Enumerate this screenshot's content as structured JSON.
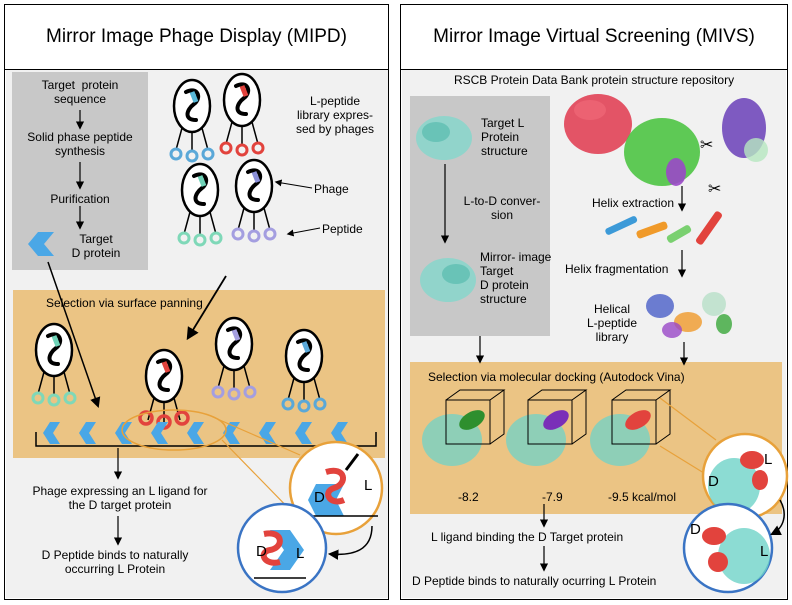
{
  "mipd": {
    "title": "Mirror Image Phage Display (MIPD)",
    "steps": {
      "target_seq": "Target  protein\nsequence",
      "spps": "Solid phase peptide\nsynthesis",
      "purification": "Purification",
      "target_d": "Target\nD protein"
    },
    "library_label": "L-peptide\nlibrary expres-\nsed by phages",
    "phage_label": "Phage",
    "peptide_label": "Peptide",
    "selection_label": "Selection via surface panning",
    "result1": "Phage expressing an L ligand for\nthe D target protein",
    "result2": "D Peptide binds to naturally\noccurring L Protein",
    "zoom_top": {
      "d": "D",
      "l": "L"
    },
    "zoom_bottom": {
      "d": "D",
      "l": "L"
    }
  },
  "mivs": {
    "title": "Mirror Image Virtual Screening (MIVS)",
    "repo_label": "RSCB Protein Data Bank protein structure repository",
    "target_l": "Target L\nProtein\nstructure",
    "conversion": "L-to-D conver-\nsion",
    "mirror_target": "Mirror- image\nTarget\nD protein\nstructure",
    "helix_extraction": "Helix extraction",
    "helix_fragmentation": "Helix fragmentation",
    "helical_library": "Helical\nL-peptide\nlibrary",
    "selection_label": "Selection via molecular docking (Autodock Vina)",
    "scores": [
      "-8.2",
      "-7.9",
      "-9.5 kcal/mol"
    ],
    "result1": "L ligand binding the D Target protein",
    "result2": "D Peptide binds to naturally ocurring L Protein",
    "zoom_top": {
      "d": "D",
      "l": "L"
    },
    "zoom_bottom": {
      "d": "D",
      "l": "L"
    }
  },
  "colors": {
    "gray_box": "#c8c8c8",
    "orange_box": "#ebc484",
    "body_bg": "#f1f1f1",
    "arrow_blue": "#4aa7e6",
    "peptide_red": "#e2433d",
    "protein_cyan": "#6fd3c8",
    "zoom_orange": "#e8a13a",
    "zoom_blue": "#3a74c4"
  }
}
